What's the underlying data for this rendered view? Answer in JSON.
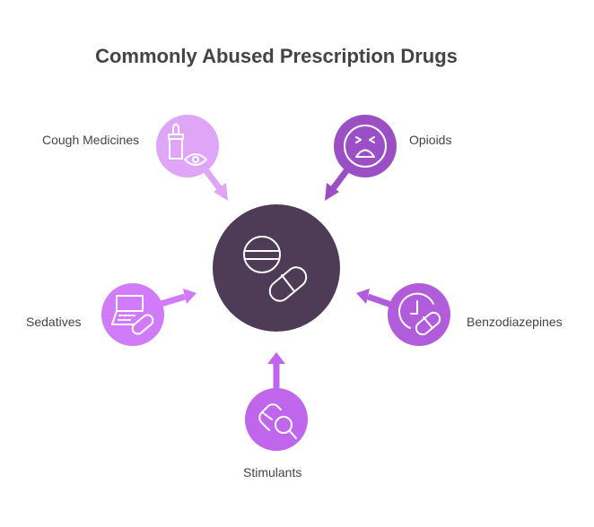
{
  "title": "Commonly Abused Prescription Drugs",
  "center": {
    "icon": "pills-icon",
    "color": "#4E3B56"
  },
  "items": [
    {
      "label": "Cough Medicines",
      "icon": "eye-drops-icon",
      "color": "#DFA6F8"
    },
    {
      "label": "Opioids",
      "icon": "distressed-face-icon",
      "color": "#9B4FC4"
    },
    {
      "label": "Sedatives",
      "icon": "laptop-pill-icon",
      "color": "#D17BFB"
    },
    {
      "label": "Benzodiazepines",
      "icon": "clock-pill-icon",
      "color": "#B05CDB"
    },
    {
      "label": "Stimulants",
      "icon": "pill-search-icon",
      "color": "#C066EC"
    }
  ]
}
